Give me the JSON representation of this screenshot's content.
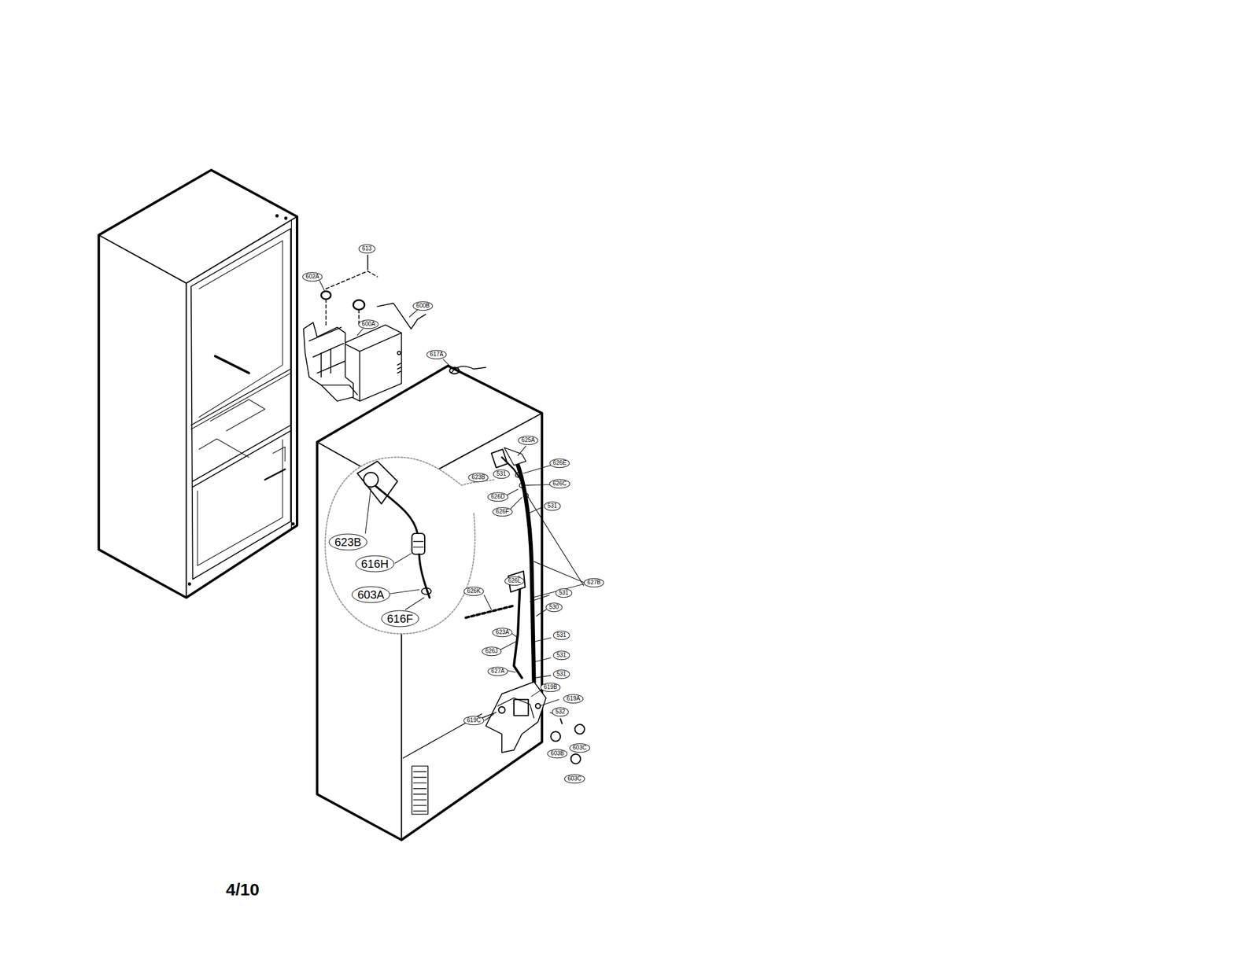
{
  "diagram": {
    "labels": [
      "613",
      "602A",
      "600B",
      "600A",
      "617A",
      "625A",
      "626E",
      "623B",
      "531",
      "626C",
      "626D",
      "626F",
      "531",
      "627B",
      "626L",
      "626K",
      "531",
      "530",
      "623A",
      "531",
      "626J",
      "531",
      "627A",
      "531",
      "619B",
      "619A",
      "619C",
      "532",
      "603B",
      "603C",
      "603C",
      "623B",
      "616H",
      "603A",
      "616F",
      "4/10"
    ]
  }
}
